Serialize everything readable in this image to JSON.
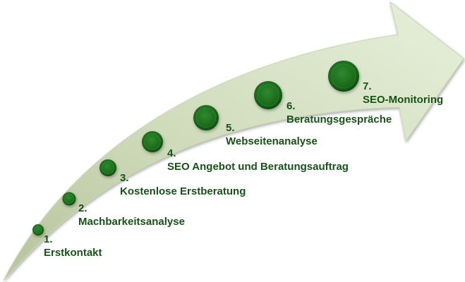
{
  "diagram": {
    "type": "process-arrow",
    "colors": {
      "arrow_fill_light": "#e3eed6",
      "arrow_fill_dark": "#bfcca8",
      "dot_color": "#1f6e1f",
      "text_color": "#185218"
    },
    "steps": [
      {
        "number": "1.",
        "label": "Erstkontakt"
      },
      {
        "number": "2.",
        "label": "Machbarkeitsanalyse"
      },
      {
        "number": "3.",
        "label": "Kostenlose Erstberatung"
      },
      {
        "number": "4.",
        "label": "SEO Angebot und Beratungsauftrag"
      },
      {
        "number": "5.",
        "label": "Webseitenanalyse"
      },
      {
        "number": "6.",
        "label": "Beratungsgespräche"
      },
      {
        "number": "7.",
        "label": "SEO-Monitoring"
      }
    ]
  }
}
